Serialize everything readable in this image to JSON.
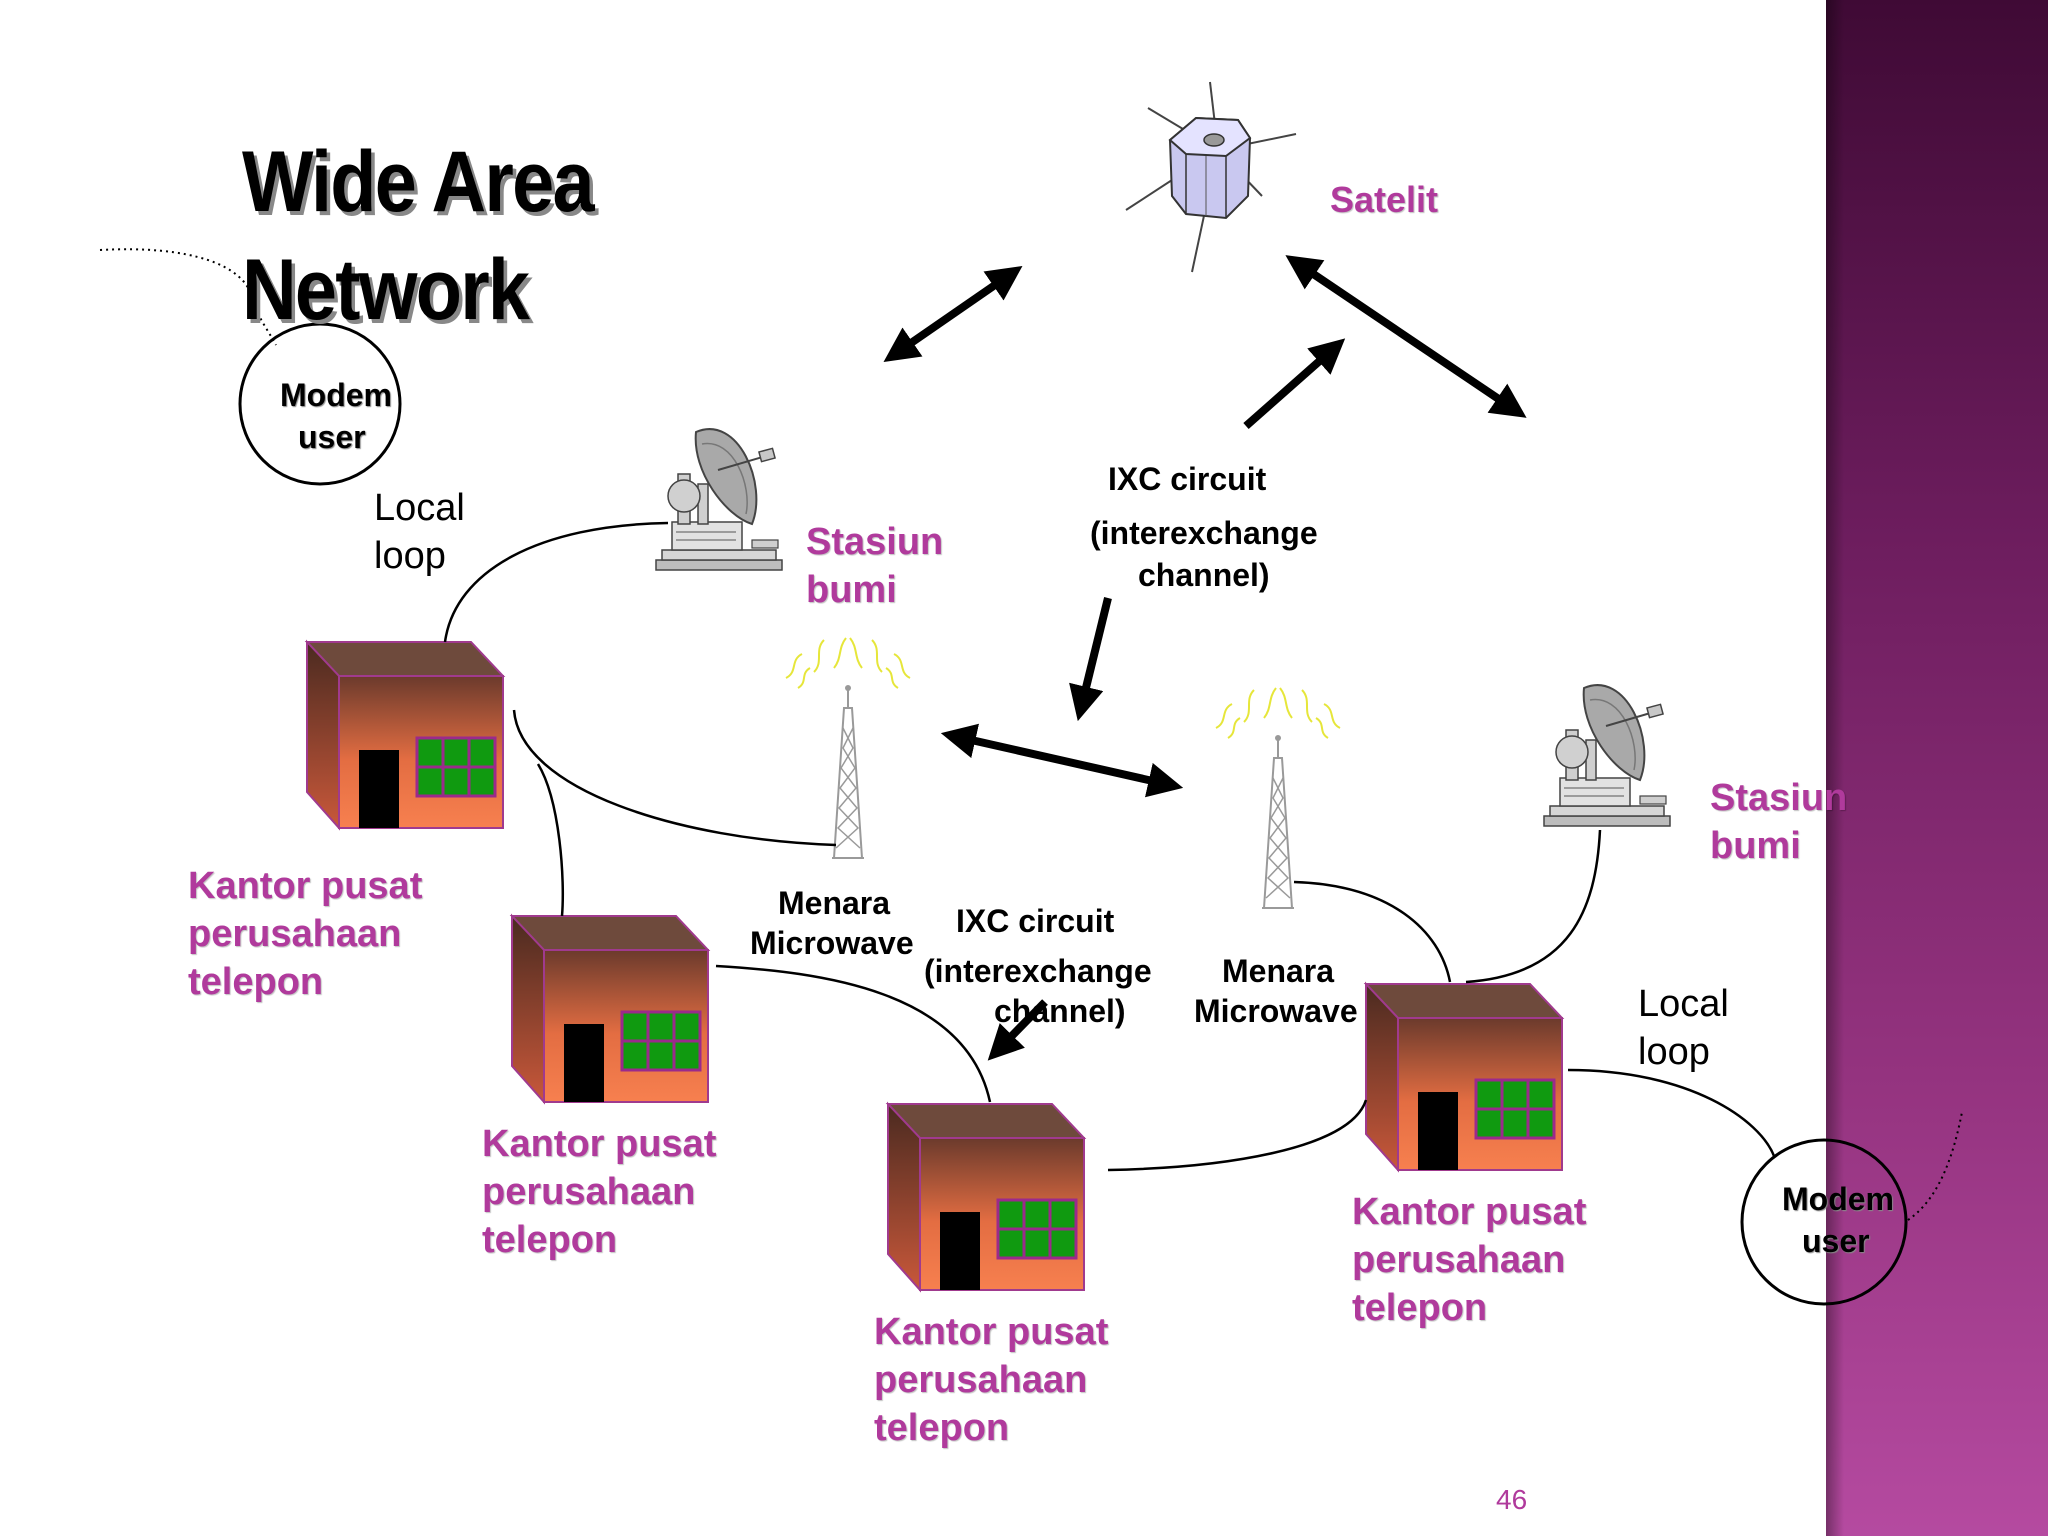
{
  "slide": {
    "title_line1": "Wide Area",
    "title_line2": "Network",
    "page_number": "46"
  },
  "labels": {
    "satellite": "Satelit",
    "ground_station_left_1": "Stasiun",
    "ground_station_left_2": "bumi",
    "ground_station_right_1": "Stasiun",
    "ground_station_right_2": "bumi",
    "ixc_top_1": "IXC circuit",
    "ixc_top_2": "(interexchange",
    "ixc_top_3": "channel)",
    "ixc_bottom_1": "IXC circuit",
    "ixc_bottom_2": "(interexchange",
    "ixc_bottom_3": "channel)",
    "tower_left_1": "Menara",
    "tower_left_2": "Microwave",
    "tower_right_1": "Menara",
    "tower_right_2": "Microwave",
    "local_loop_left_1": "Local",
    "local_loop_left_2": "loop",
    "local_loop_right_1": "Local",
    "local_loop_right_2": "loop",
    "modem_left_1": "Modem",
    "modem_left_2": "user",
    "modem_right_1": "Modem",
    "modem_right_2": "user"
  },
  "offices": [
    {
      "line1": "Kantor pusat",
      "line2": "perusahaan",
      "line3": "telepon"
    },
    {
      "line1": "Kantor pusat",
      "line2": "perusahaan",
      "line3": "telepon"
    },
    {
      "line1": "Kantor pusat",
      "line2": "perusahaan",
      "line3": "telepon"
    },
    {
      "line1": "Kantor pusat",
      "line2": "perusahaan",
      "line3": "telepon"
    }
  ],
  "colors": {
    "accent_pink": "#b03a9c",
    "sidebar_dark": "#3f0a35",
    "sidebar_light": "#b54aa0",
    "building_front": "#f47a4c",
    "building_roof": "#6e4a3c",
    "window_green": "#109a10"
  },
  "icons": [
    "satellite-icon",
    "satellite-dish-icon",
    "microwave-tower-icon",
    "building-icon",
    "modem-circle"
  ]
}
